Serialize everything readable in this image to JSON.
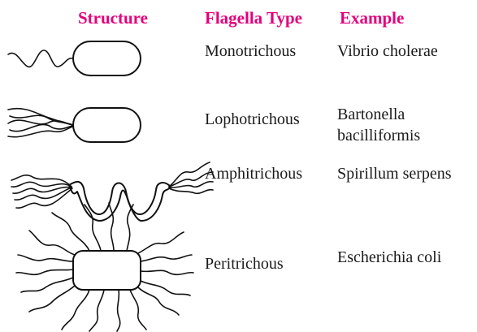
{
  "colors": {
    "header": "#e3007b",
    "text": "#1a1a1a",
    "line": "#111111"
  },
  "headers": {
    "structure": "Structure",
    "flagella_type": "Flagella Type",
    "example": "Example"
  },
  "rows": [
    {
      "structure_icon": "monotrichous-bacterium-icon",
      "type": "Monotrichous",
      "example_lines": [
        "Vibrio cholerae"
      ]
    },
    {
      "structure_icon": "lophotrichous-bacterium-icon",
      "type": "Lophotrichous",
      "example_lines": [
        "Bartonella",
        "bacilliformis"
      ]
    },
    {
      "structure_icon": "amphitrichous-bacterium-icon",
      "type": "Amphitrichous",
      "example_lines": [
        "Spirillum serpens"
      ]
    },
    {
      "structure_icon": "peritrichous-bacterium-icon",
      "type": "Peritrichous",
      "example_lines": [
        "Escherichia coli"
      ]
    }
  ]
}
